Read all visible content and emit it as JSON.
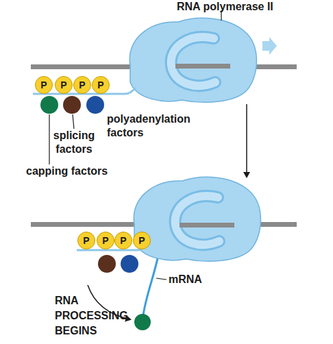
{
  "diagram": {
    "nodes": [
      {
        "text": [
          "P"
        ]
      },
      {
        "text": [
          "P"
        ]
      },
      {
        "text": [
          "P"
        ]
      },
      {
        "text": [
          "P"
        ]
      },
      {
        "text": [
          "P"
        ]
      },
      {
        "text": [
          "P"
        ]
      },
      {
        "text": [
          "P"
        ]
      },
      {
        "text": [
          "P"
        ]
      }
    ],
    "labels": [
      "RNA polymerase II",
      "polyadenylation factors",
      "splicing factors",
      "capping factors",
      "mRNA",
      "RNA PROCESSING BEGINS"
    ]
  }
}
